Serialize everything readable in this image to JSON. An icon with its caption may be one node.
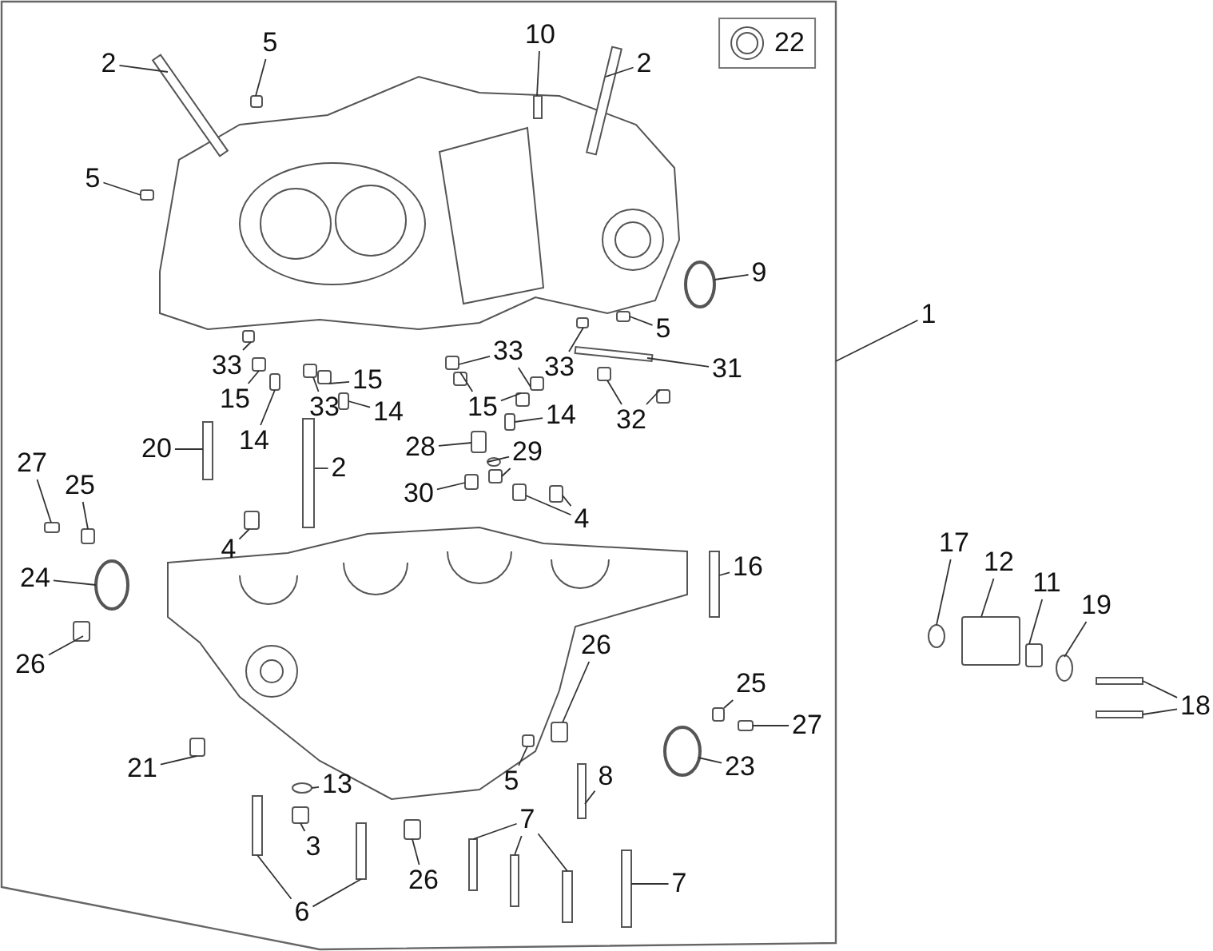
{
  "diagram": {
    "nodes": [
      {
        "text": [
          "2"
        ]
      },
      {
        "text": [
          "5"
        ]
      },
      {
        "text": [
          "10"
        ]
      },
      {
        "text": [
          "2"
        ]
      },
      {
        "text": [
          "22"
        ]
      },
      {
        "text": [
          "5"
        ]
      },
      {
        "text": [
          "9"
        ]
      },
      {
        "text": [
          "1"
        ]
      },
      {
        "text": [
          "5"
        ]
      },
      {
        "text": [
          "33"
        ]
      },
      {
        "text": [
          "33"
        ]
      },
      {
        "text": [
          "33"
        ]
      },
      {
        "text": [
          "15"
        ]
      },
      {
        "text": [
          "31"
        ]
      },
      {
        "text": [
          "15"
        ]
      },
      {
        "text": [
          "33"
        ]
      },
      {
        "text": [
          "15"
        ]
      },
      {
        "text": [
          "14"
        ]
      },
      {
        "text": [
          "14"
        ]
      },
      {
        "text": [
          "32"
        ]
      },
      {
        "text": [
          "14"
        ]
      },
      {
        "text": [
          "28"
        ]
      },
      {
        "text": [
          "20"
        ]
      },
      {
        "text": [
          "29"
        ]
      },
      {
        "text": [
          "27"
        ]
      },
      {
        "text": [
          "2"
        ]
      },
      {
        "text": [
          "25"
        ]
      },
      {
        "text": [
          "30"
        ]
      },
      {
        "text": [
          "4"
        ]
      },
      {
        "text": [
          "4"
        ]
      },
      {
        "text": [
          "17"
        ]
      },
      {
        "text": [
          "12"
        ]
      },
      {
        "text": [
          "16"
        ]
      },
      {
        "text": [
          "24"
        ]
      },
      {
        "text": [
          "11"
        ]
      },
      {
        "text": [
          "19"
        ]
      },
      {
        "text": [
          "26"
        ]
      },
      {
        "text": [
          "26"
        ]
      },
      {
        "text": [
          "25"
        ]
      },
      {
        "text": [
          "18"
        ]
      },
      {
        "text": [
          "27"
        ]
      },
      {
        "text": [
          "23"
        ]
      },
      {
        "text": [
          "21"
        ]
      },
      {
        "text": [
          "5"
        ]
      },
      {
        "text": [
          "8"
        ]
      },
      {
        "text": [
          "13"
        ]
      },
      {
        "text": [
          "3"
        ]
      },
      {
        "text": [
          "7"
        ]
      },
      {
        "text": [
          "26"
        ]
      },
      {
        "text": [
          "7"
        ]
      },
      {
        "text": [
          "6"
        ]
      },
      {
        "text": [],
        "shape": "bar"
      },
      {
        "text": [],
        "shape": "box"
      },
      {
        "text": [],
        "shape": "bar"
      },
      {
        "text": [],
        "shape": "bar"
      },
      {
        "text": [],
        "shape": "box"
      },
      {
        "text": [],
        "shape": "circle"
      },
      {
        "text": [],
        "shape": "box"
      },
      {
        "text": [],
        "shape": "box"
      },
      {
        "text": [],
        "shape": "box"
      },
      {
        "text": [],
        "shape": "box"
      },
      {
        "text": [],
        "shape": "box"
      },
      {
        "text": [],
        "shape": "box"
      },
      {
        "text": [],
        "shape": "bar"
      },
      {
        "text": [],
        "shape": "box"
      },
      {
        "text": [],
        "shape": "box"
      },
      {
        "text": [],
        "shape": "box"
      },
      {
        "text": [],
        "shape": "box"
      },
      {
        "text": [],
        "shape": "box"
      },
      {
        "text": [],
        "shape": "box"
      },
      {
        "text": [],
        "shape": "box"
      },
      {
        "text": [],
        "shape": "box"
      },
      {
        "text": [],
        "shape": "box"
      },
      {
        "text": [],
        "shape": "box"
      },
      {
        "text": [],
        "shape": "bar"
      },
      {
        "text": [],
        "shape": "circle"
      },
      {
        "text": [],
        "shape": "box"
      },
      {
        "text": [],
        "shape": "box"
      },
      {
        "text": [],
        "shape": "bar"
      },
      {
        "text": [],
        "shape": "box"
      },
      {
        "text": [],
        "shape": "box"
      },
      {
        "text": [],
        "shape": "box"
      },
      {
        "text": [],
        "shape": "box"
      },
      {
        "text": [],
        "shape": "box"
      },
      {
        "text": [],
        "shape": "circle"
      },
      {
        "text": [],
        "shape": "box"
      },
      {
        "text": [],
        "shape": "bar"
      },
      {
        "text": [],
        "shape": "circle"
      },
      {
        "text": [],
        "shape": "box"
      },
      {
        "text": [],
        "shape": "circle"
      },
      {
        "text": [],
        "shape": "box"
      },
      {
        "text": [],
        "shape": "box"
      },
      {
        "text": [],
        "shape": "box"
      },
      {
        "text": [],
        "shape": "bar"
      },
      {
        "text": [],
        "shape": "bar"
      },
      {
        "text": [],
        "shape": "box"
      },
      {
        "text": [],
        "shape": "circle"
      },
      {
        "text": [],
        "shape": "box"
      },
      {
        "text": [],
        "shape": "box"
      },
      {
        "text": [],
        "shape": "bar"
      },
      {
        "text": [],
        "shape": "circle"
      },
      {
        "text": [],
        "shape": "box"
      },
      {
        "text": [],
        "shape": "bar"
      },
      {
        "text": [],
        "shape": "bar"
      },
      {
        "text": [],
        "shape": "bar"
      },
      {
        "text": [],
        "shape": "box"
      },
      {
        "text": [],
        "shape": "bar"
      },
      {
        "text": [],
        "shape": "bar"
      },
      {
        "text": [],
        "shape": "bar"
      }
    ],
    "edges": [
      {
        "from": 0,
        "to": 51,
        "arrow": "none"
      },
      {
        "from": 1,
        "to": 52,
        "arrow": "none"
      },
      {
        "from": 2,
        "to": 53,
        "arrow": "none"
      },
      {
        "from": 3,
        "to": 54,
        "arrow": "none"
      },
      {
        "from": 5,
        "to": 55,
        "arrow": "none"
      },
      {
        "from": 6,
        "to": 56,
        "arrow": "none"
      },
      {
        "from": 7,
        "to": null,
        "arrow": "none"
      },
      {
        "from": 8,
        "to": 57,
        "arrow": "none"
      },
      {
        "from": 9,
        "to": 58,
        "arrow": "none"
      },
      {
        "from": 10,
        "to": 59,
        "arrow": "none"
      },
      {
        "from": 11,
        "to": 60,
        "arrow": "none"
      },
      {
        "from": 11,
        "to": 61,
        "arrow": "none"
      },
      {
        "from": 12,
        "to": 62,
        "arrow": "none"
      },
      {
        "from": 13,
        "to": 63,
        "arrow": "none"
      },
      {
        "from": 14,
        "to": 64,
        "arrow": "none"
      },
      {
        "from": 15,
        "to": 65,
        "arrow": "none"
      },
      {
        "from": 16,
        "to": 66,
        "arrow": "none"
      },
      {
        "from": 16,
        "to": 67,
        "arrow": "none"
      },
      {
        "from": 17,
        "to": 68,
        "arrow": "none"
      },
      {
        "from": 18,
        "to": 69,
        "arrow": "none"
      },
      {
        "from": 19,
        "to": 70,
        "arrow": "none"
      },
      {
        "from": 19,
        "to": 71,
        "arrow": "none"
      },
      {
        "from": 20,
        "to": 72,
        "arrow": "none"
      },
      {
        "from": 21,
        "to": 73,
        "arrow": "none"
      },
      {
        "from": 22,
        "to": 74,
        "arrow": "none"
      },
      {
        "from": 23,
        "to": 75,
        "arrow": "none"
      },
      {
        "from": 23,
        "to": 76,
        "arrow": "none"
      },
      {
        "from": 24,
        "to": 77,
        "arrow": "none"
      },
      {
        "from": 25,
        "to": 78,
        "arrow": "none"
      },
      {
        "from": 26,
        "to": 79,
        "arrow": "none"
      },
      {
        "from": 27,
        "to": 80,
        "arrow": "none"
      },
      {
        "from": 28,
        "to": 81,
        "arrow": "none"
      },
      {
        "from": 28,
        "to": 82,
        "arrow": "none"
      },
      {
        "from": 29,
        "to": 83,
        "arrow": "none"
      },
      {
        "from": 30,
        "to": 84,
        "arrow": "none"
      },
      {
        "from": 31,
        "to": 85,
        "arrow": "none"
      },
      {
        "from": 32,
        "to": 86,
        "arrow": "none"
      },
      {
        "from": 33,
        "to": 87,
        "arrow": "none"
      },
      {
        "from": 34,
        "to": 88,
        "arrow": "none"
      },
      {
        "from": 35,
        "to": 89,
        "arrow": "none"
      },
      {
        "from": 36,
        "to": 90,
        "arrow": "none"
      },
      {
        "from": 37,
        "to": 91,
        "arrow": "none"
      },
      {
        "from": 38,
        "to": 92,
        "arrow": "none"
      },
      {
        "from": 39,
        "to": 93,
        "arrow": "none"
      },
      {
        "from": 39,
        "to": 94,
        "arrow": "none"
      },
      {
        "from": 40,
        "to": 95,
        "arrow": "none"
      },
      {
        "from": 41,
        "to": 96,
        "arrow": "none"
      },
      {
        "from": 42,
        "to": 97,
        "arrow": "none"
      },
      {
        "from": 43,
        "to": 98,
        "arrow": "none"
      },
      {
        "from": 44,
        "to": 99,
        "arrow": "none"
      },
      {
        "from": 45,
        "to": 100,
        "arrow": "none"
      },
      {
        "from": 46,
        "to": 101,
        "arrow": "none"
      },
      {
        "from": 47,
        "to": 102,
        "arrow": "none"
      },
      {
        "from": 47,
        "to": 103,
        "arrow": "none"
      },
      {
        "from": 47,
        "to": 104,
        "arrow": "none"
      },
      {
        "from": 48,
        "to": 105,
        "arrow": "none"
      },
      {
        "from": 49,
        "to": 106,
        "arrow": "none"
      },
      {
        "from": 50,
        "to": 107,
        "arrow": "none"
      },
      {
        "from": 50,
        "to": 108,
        "arrow": "none"
      }
    ]
  }
}
